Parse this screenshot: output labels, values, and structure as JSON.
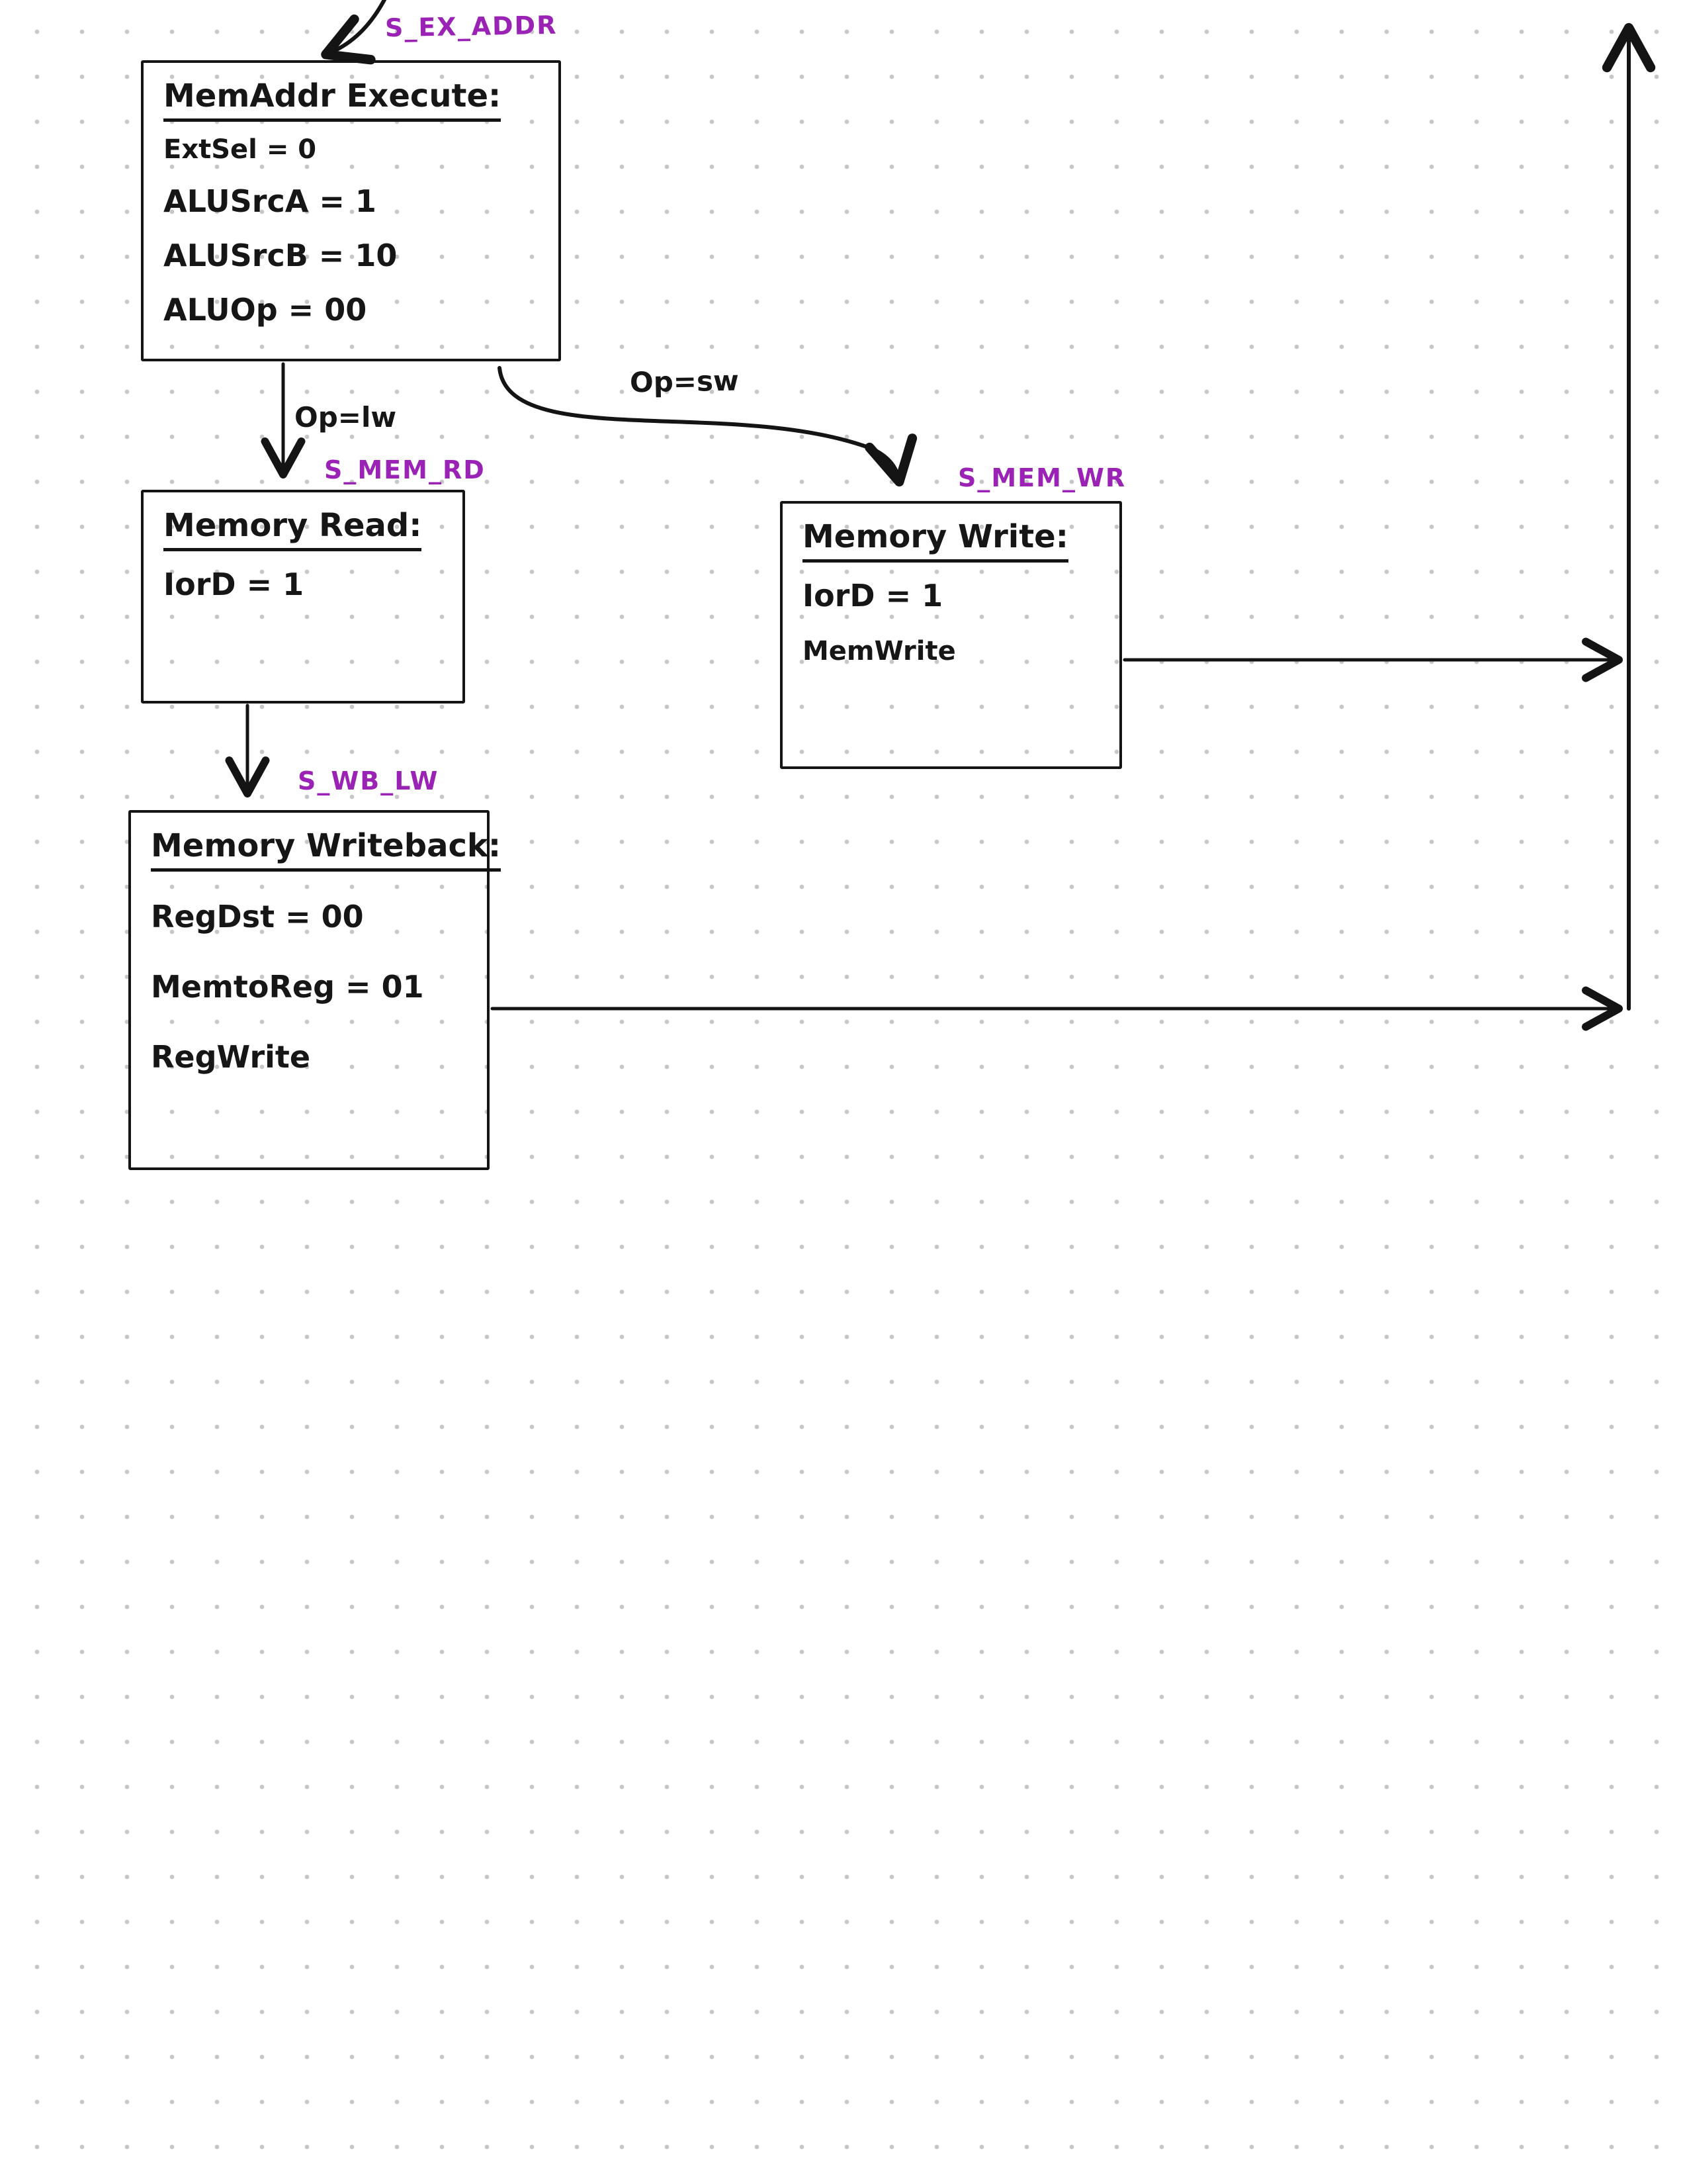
{
  "page": {
    "kind": "handwritten-state-diagram",
    "background_dot_color": "#c7c7cb"
  },
  "colors": {
    "ink": "#141414",
    "state_label": "#9a23b5"
  },
  "states": [
    {
      "label": "S_EX_ADDR",
      "title": "MemAddr Execute:",
      "lines": [
        "ExtSel = 0",
        "ALUSrcA = 1",
        "ALUSrcB = 10",
        "ALUOp = 00"
      ]
    },
    {
      "label": "S_MEM_RD",
      "title": "Memory Read:",
      "lines": [
        "IorD = 1"
      ]
    },
    {
      "label": "S_MEM_WR",
      "title": "Memory Write:",
      "lines": [
        "IorD = 1",
        "MemWrite"
      ]
    },
    {
      "label": "S_WB_LW",
      "title": "Memory Writeback:",
      "lines": [
        "RegDst = 00",
        "MemtoReg = 01",
        "RegWrite"
      ]
    }
  ],
  "edges": [
    {
      "label": "Op=lw"
    },
    {
      "label": "Op=sw"
    }
  ]
}
